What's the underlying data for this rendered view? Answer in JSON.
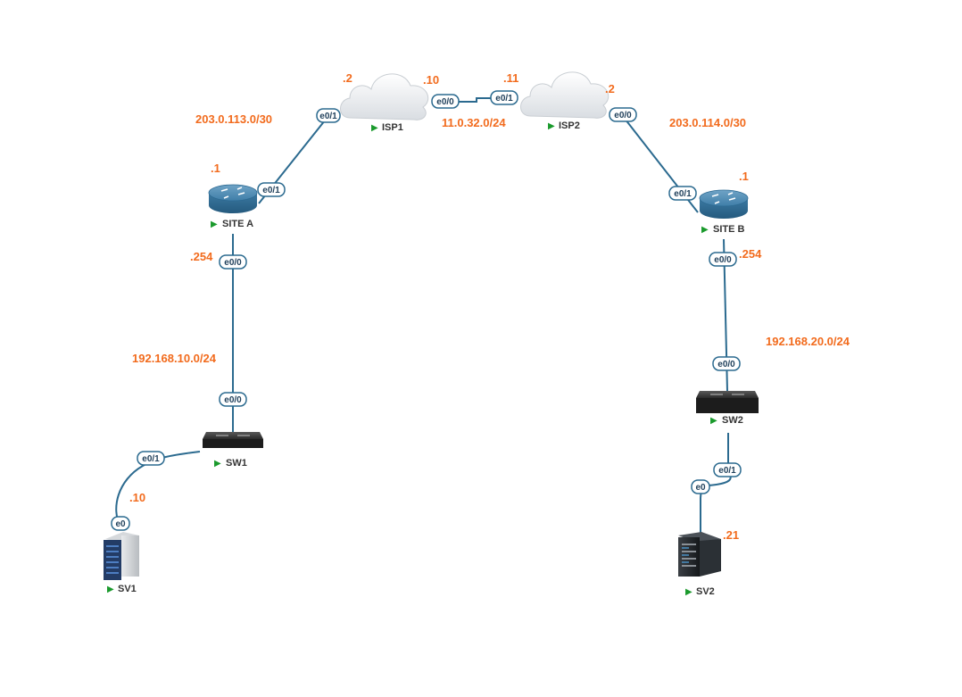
{
  "colors": {
    "link": "#2b6a8f",
    "label": "#f26b1d",
    "port_border": "#2b6a8f",
    "run_arrow": "#1a9a2c"
  },
  "nodes": {
    "isp1": {
      "label": "ISP1",
      "icon": "cloud-icon"
    },
    "isp2": {
      "label": "ISP2",
      "icon": "cloud-icon"
    },
    "site_a": {
      "label": "SITE A",
      "icon": "router-icon"
    },
    "site_b": {
      "label": "SITE B",
      "icon": "router-icon"
    },
    "sw1": {
      "label": "SW1",
      "icon": "switch-icon"
    },
    "sw2": {
      "label": "SW2",
      "icon": "switch-icon"
    },
    "sv1": {
      "label": "SV1",
      "icon": "server-icon"
    },
    "sv2": {
      "label": "SV2",
      "icon": "server-icon"
    }
  },
  "networks": {
    "isp1_site_a": "203.0.113.0/30",
    "isp_link": "11.0.32.0/24",
    "isp2_site_b": "203.0.114.0/30",
    "lan_a": "192.168.10.0/24",
    "lan_b": "192.168.20.0/24"
  },
  "ips": {
    "isp1_left": ".2",
    "isp1_right": ".10",
    "isp2_left": ".11",
    "isp2_right": ".2",
    "site_a_wan": ".1",
    "site_a_lan": ".254",
    "site_b_wan": ".1",
    "site_b_lan": ".254",
    "sv1": ".10",
    "sv2": ".21"
  },
  "ports": {
    "isp1_e01": "e0/1",
    "isp1_e00": "e0/0",
    "isp2_e01": "e0/1",
    "isp2_e00": "e0/0",
    "site_a_e01": "e0/1",
    "site_a_e00": "e0/0",
    "sw1_e00": "e0/0",
    "sw1_e01": "e0/1",
    "sv1_e0": "e0",
    "site_b_e01": "e0/1",
    "site_b_e00": "e0/0",
    "sw2_e00": "e0/0",
    "sw2_e01": "e0/1",
    "sv2_e0": "e0"
  }
}
